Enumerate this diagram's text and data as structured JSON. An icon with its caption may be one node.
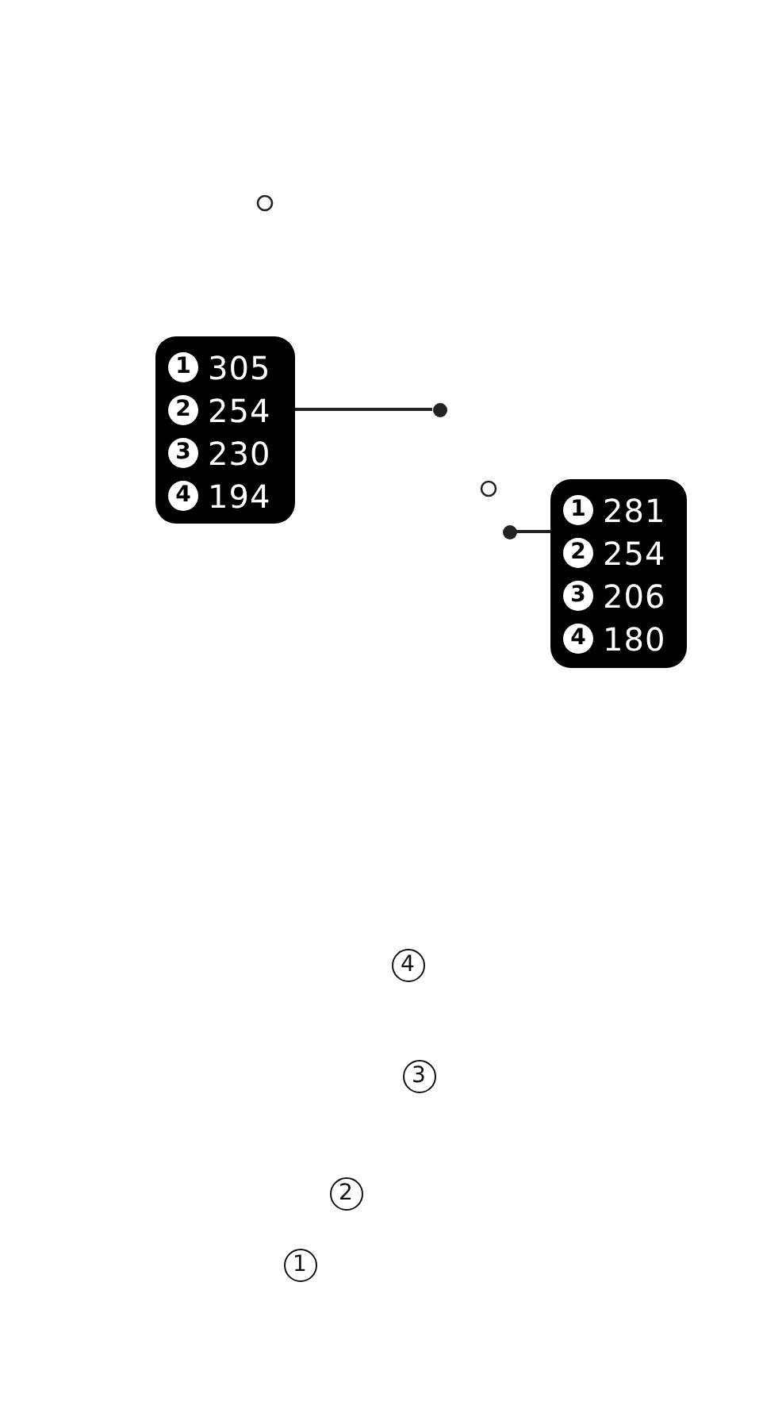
{
  "diagram": {
    "nodes": [
      {
        "text": [
          "1",
          "305",
          "2",
          "254",
          "3",
          "230",
          "4",
          "194"
        ]
      },
      {
        "text": [],
        "shape": "circle"
      },
      {
        "text": [
          "1",
          "281",
          "2",
          "254",
          "3",
          "206",
          "4",
          "180"
        ]
      },
      {
        "text": [],
        "shape": "circle"
      }
    ],
    "edges": [
      {
        "from": 0,
        "to": 1,
        "arrow": "none"
      },
      {
        "from": 2,
        "to": 3,
        "arrow": "none"
      }
    ],
    "labels": [
      "4",
      "3",
      "2",
      "1"
    ]
  }
}
